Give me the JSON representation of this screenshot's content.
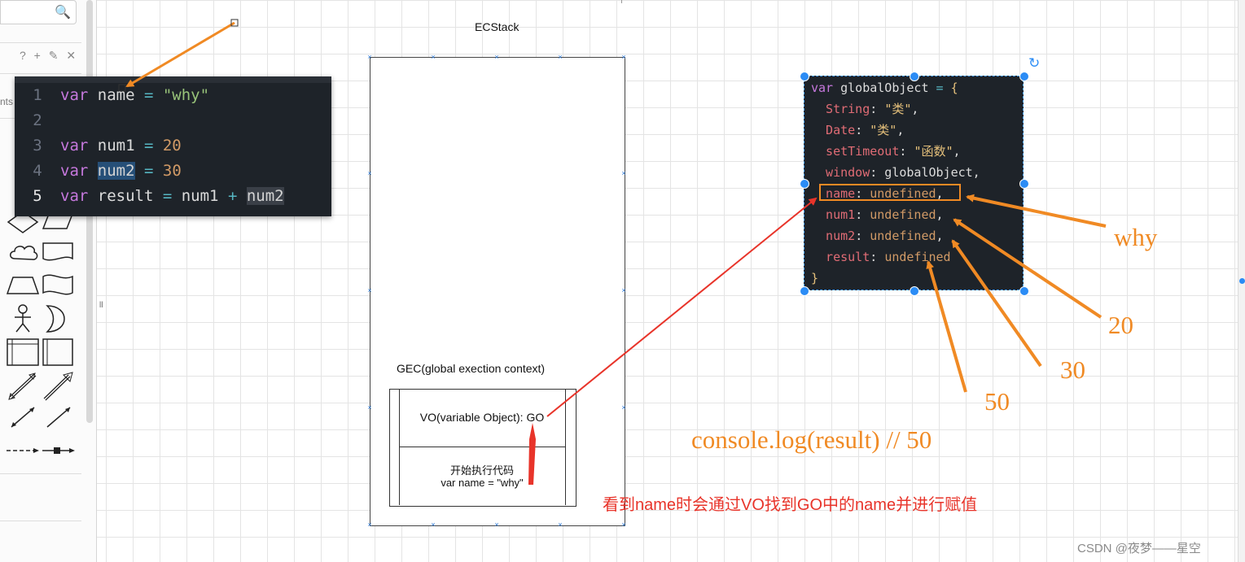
{
  "left_panel": {
    "toolbar_glyphs": "? + ✎ ✕",
    "partial_label": "nts"
  },
  "code_editor": {
    "lines": [
      {
        "num": "1",
        "parts": [
          [
            "kw",
            "var"
          ],
          [
            "var",
            " name "
          ],
          [
            "op",
            "="
          ],
          [
            "str",
            " \"why\""
          ]
        ]
      },
      {
        "num": "2",
        "parts": []
      },
      {
        "num": "3",
        "parts": [
          [
            "kw",
            "var"
          ],
          [
            "var",
            " num1 "
          ],
          [
            "op",
            "="
          ],
          [
            "num",
            " 20"
          ]
        ]
      },
      {
        "num": "4",
        "parts": [
          [
            "kw",
            "var"
          ],
          [
            "var",
            " "
          ],
          [
            "hl",
            "num2"
          ],
          [
            "var",
            " "
          ],
          [
            "op",
            "="
          ],
          [
            "num",
            " 30"
          ]
        ]
      },
      {
        "num": "5",
        "parts": [
          [
            "kw",
            "var"
          ],
          [
            "var",
            " result "
          ],
          [
            "op",
            "="
          ],
          [
            "var",
            " num1 "
          ],
          [
            "op",
            "+"
          ],
          [
            "var",
            " "
          ],
          [
            "hl2",
            "num2"
          ]
        ]
      }
    ]
  },
  "ecstack": {
    "title": "ECStack",
    "gec_title": "GEC(global exection context)",
    "vo_label": "VO(variable Object): GO",
    "exec_title": "开始执行代码",
    "exec_code": "var name = \"why\""
  },
  "global_object": {
    "lines": [
      [
        [
          "kw",
          "var"
        ],
        [
          "var",
          " globalObject "
        ],
        [
          "op",
          "="
        ],
        [
          "var",
          " "
        ],
        [
          "brace",
          "{"
        ]
      ],
      [
        [
          "prop",
          "  String"
        ],
        [
          "var",
          ": "
        ],
        [
          "gstr",
          "\"类\""
        ],
        [
          "var",
          ","
        ]
      ],
      [
        [
          "prop",
          "  Date"
        ],
        [
          "var",
          ": "
        ],
        [
          "gstr",
          "\"类\""
        ],
        [
          "var",
          ","
        ]
      ],
      [
        [
          "prop",
          "  setTimeout"
        ],
        [
          "var",
          ": "
        ],
        [
          "gstr",
          "\"函数\""
        ],
        [
          "var",
          ","
        ]
      ],
      [
        [
          "prop",
          "  window"
        ],
        [
          "var",
          ": globalObject,"
        ]
      ],
      [
        [
          "prop",
          "  name"
        ],
        [
          "var",
          ": "
        ],
        [
          "undef",
          "undefined"
        ],
        [
          "var",
          ","
        ]
      ],
      [
        [
          "prop",
          "  num1"
        ],
        [
          "var",
          ": "
        ],
        [
          "undef",
          "undefined"
        ],
        [
          "var",
          ","
        ]
      ],
      [
        [
          "prop",
          "  num2"
        ],
        [
          "var",
          ": "
        ],
        [
          "undef",
          "undefined"
        ],
        [
          "var",
          ","
        ]
      ],
      [
        [
          "prop",
          "  result"
        ],
        [
          "var",
          ": "
        ],
        [
          "undef",
          "undefined"
        ]
      ],
      [
        [
          "brace",
          "}"
        ]
      ]
    ]
  },
  "annotations": {
    "why": "why",
    "v20": "20",
    "v30": "30",
    "v50": "50",
    "console_note": "console.log(result) // 50",
    "red_note": "看到name时会通过VO找到GO中的name并进行赋值",
    "watermark": "CSDN @夜梦——星空"
  },
  "colors": {
    "orange": "#f08a24",
    "red": "#e8342a",
    "selection_blue": "#2b8cf5"
  }
}
